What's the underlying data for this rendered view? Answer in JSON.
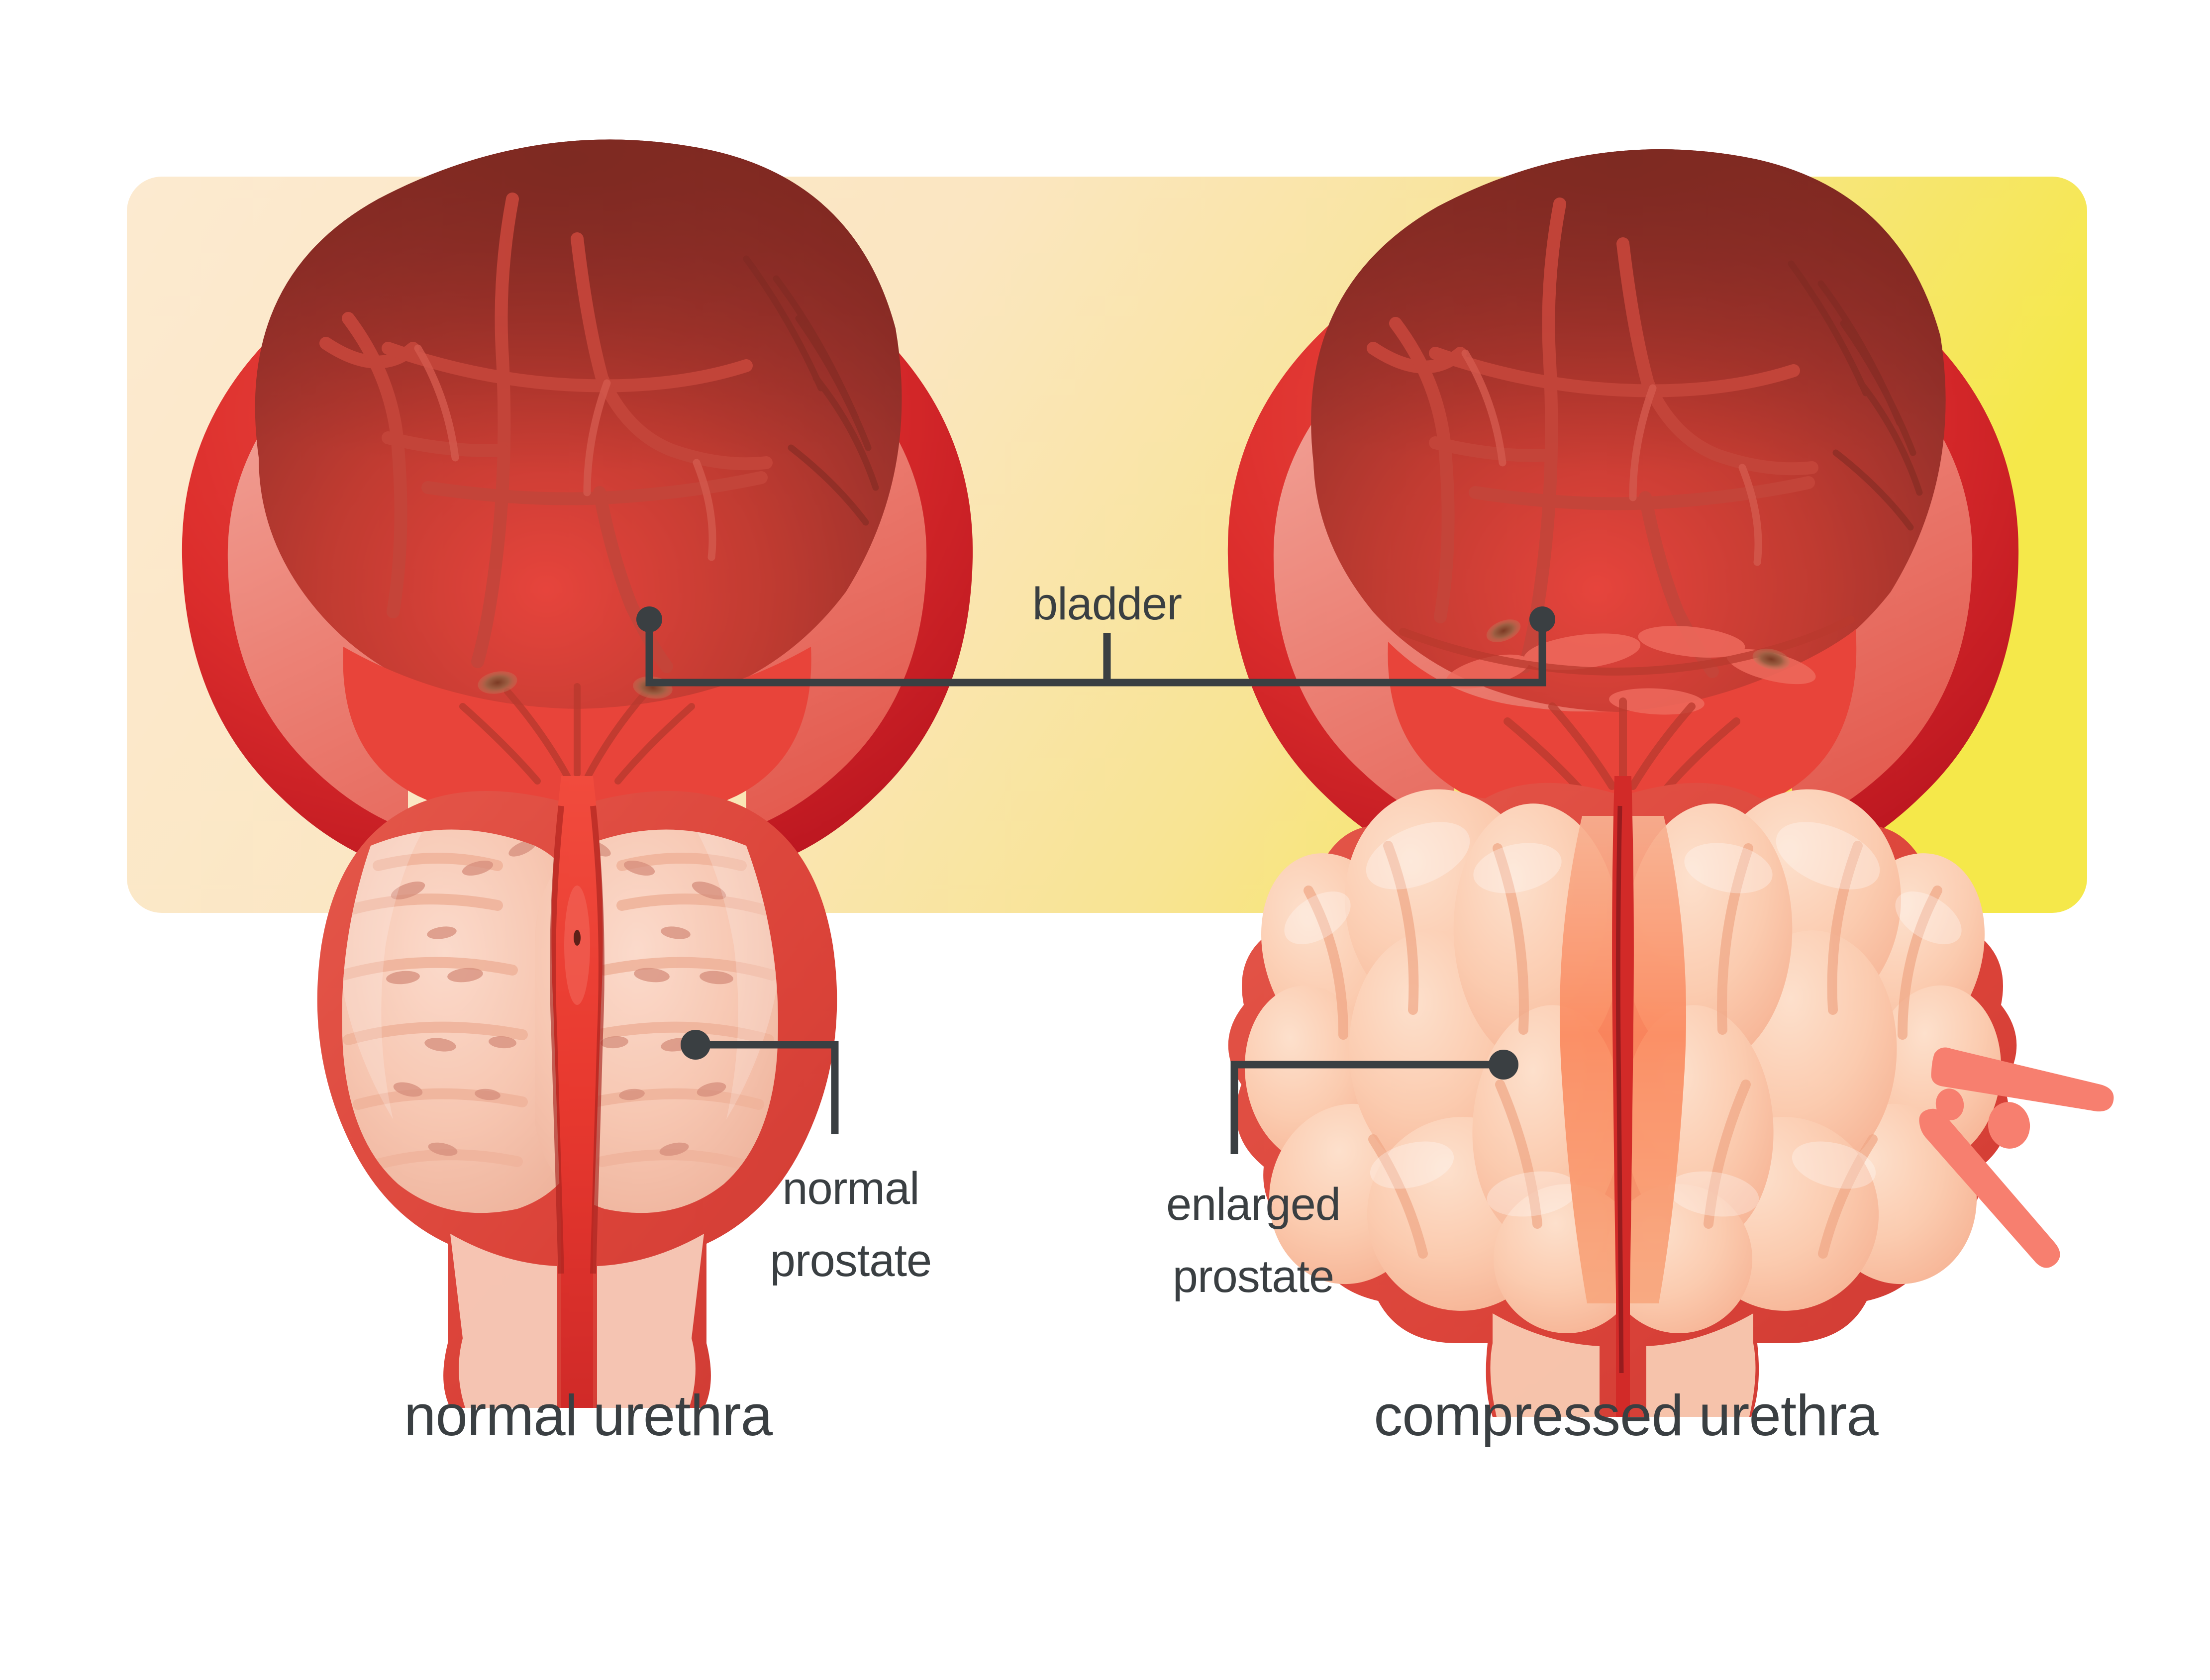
{
  "figure": {
    "title_present": false,
    "panel": {
      "name": "background-panel",
      "gradient_from": "#fcead0",
      "gradient_to": "#f5e84a"
    },
    "line_color": "#3a3f42",
    "accent_pain_color": "#f77f6f"
  },
  "callouts": {
    "bladder": {
      "label": "bladder",
      "icon": "leader-line"
    },
    "normal_prostate": {
      "line1": "normal",
      "line2": "prostate"
    },
    "enlarged_prostate": {
      "line1": "enlarged",
      "line2": "prostate"
    }
  },
  "captions": {
    "left": "normal urethra",
    "right": "compressed urethra"
  },
  "anatomy": {
    "left_diagram": {
      "name": "normal-bladder-prostate",
      "bladder_wall_color": "#d8232a",
      "bladder_mucosa_color": "#ef8a80",
      "bladder_cavity_color": "#8d2a23",
      "prostate_lobe_color": "#f6c5b4",
      "prostate_capsule_color": "#e0493e"
    },
    "right_diagram": {
      "name": "bph-bladder-prostate",
      "bladder_wall_color": "#d8232a",
      "bladder_mucosa_color": "#ef8a80",
      "bladder_cavity_color": "#8d2a23",
      "prostate_nodule_color": "#fac6ac",
      "prostate_capsule_color": "#e0493e"
    }
  }
}
